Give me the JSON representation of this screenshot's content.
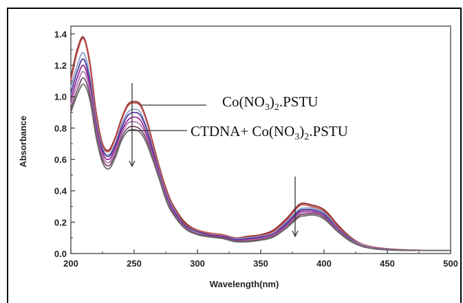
{
  "chart_data": {
    "type": "line",
    "title": "",
    "xlabel": "Wavelength(nm)",
    "ylabel": "Absorbance",
    "xlim": [
      200,
      500
    ],
    "ylim": [
      0.0,
      1.45
    ],
    "x_ticks": [
      "200",
      "250",
      "300",
      "350",
      "400",
      "450",
      "500"
    ],
    "y_ticks": [
      "0.0",
      "0.2",
      "0.4",
      "0.6",
      "0.8",
      "1.0",
      "1.2",
      "1.4"
    ],
    "grid": false,
    "x": [
      200,
      205,
      210,
      215,
      220,
      225,
      230,
      235,
      240,
      245,
      250,
      255,
      260,
      265,
      270,
      275,
      280,
      290,
      300,
      310,
      320,
      330,
      340,
      350,
      360,
      370,
      380,
      385,
      390,
      395,
      400,
      405,
      410,
      420,
      430,
      440,
      450,
      460,
      470,
      480,
      490,
      500
    ],
    "series": [
      {
        "color": "#8b2a2a",
        "values": [
          1.12,
          1.3,
          1.38,
          1.22,
          0.9,
          0.7,
          0.66,
          0.74,
          0.86,
          0.95,
          0.97,
          0.95,
          0.85,
          0.7,
          0.55,
          0.42,
          0.32,
          0.2,
          0.15,
          0.13,
          0.12,
          0.1,
          0.11,
          0.12,
          0.15,
          0.22,
          0.31,
          0.32,
          0.31,
          0.3,
          0.28,
          0.24,
          0.19,
          0.11,
          0.06,
          0.04,
          0.03,
          0.025,
          0.022,
          0.02,
          0.02,
          0.02
        ]
      },
      {
        "color": "#c05050",
        "values": [
          1.1,
          1.28,
          1.37,
          1.2,
          0.88,
          0.69,
          0.65,
          0.73,
          0.85,
          0.94,
          0.96,
          0.94,
          0.84,
          0.69,
          0.54,
          0.41,
          0.31,
          0.19,
          0.15,
          0.13,
          0.12,
          0.1,
          0.105,
          0.115,
          0.14,
          0.21,
          0.3,
          0.31,
          0.3,
          0.29,
          0.27,
          0.23,
          0.18,
          0.1,
          0.06,
          0.04,
          0.03,
          0.025,
          0.022,
          0.02,
          0.02,
          0.02
        ]
      },
      {
        "color": "#8aa0c8",
        "values": [
          1.06,
          1.2,
          1.28,
          1.13,
          0.84,
          0.67,
          0.63,
          0.7,
          0.82,
          0.9,
          0.92,
          0.9,
          0.8,
          0.66,
          0.52,
          0.39,
          0.3,
          0.18,
          0.14,
          0.12,
          0.11,
          0.095,
          0.1,
          0.11,
          0.13,
          0.2,
          0.28,
          0.29,
          0.29,
          0.28,
          0.26,
          0.22,
          0.17,
          0.1,
          0.055,
          0.035,
          0.028,
          0.023,
          0.02,
          0.02,
          0.02,
          0.02
        ]
      },
      {
        "color": "#4a3a9a",
        "values": [
          1.02,
          1.16,
          1.24,
          1.1,
          0.82,
          0.66,
          0.62,
          0.69,
          0.8,
          0.88,
          0.9,
          0.88,
          0.79,
          0.65,
          0.51,
          0.38,
          0.29,
          0.18,
          0.14,
          0.12,
          0.11,
          0.09,
          0.095,
          0.105,
          0.125,
          0.19,
          0.27,
          0.28,
          0.28,
          0.27,
          0.25,
          0.21,
          0.165,
          0.095,
          0.05,
          0.033,
          0.026,
          0.022,
          0.02,
          0.02,
          0.02,
          0.02
        ]
      },
      {
        "color": "#9a2a9a",
        "values": [
          0.98,
          1.12,
          1.2,
          1.07,
          0.8,
          0.64,
          0.6,
          0.67,
          0.78,
          0.85,
          0.87,
          0.85,
          0.76,
          0.63,
          0.5,
          0.37,
          0.28,
          0.17,
          0.13,
          0.115,
          0.105,
          0.085,
          0.09,
          0.1,
          0.12,
          0.18,
          0.26,
          0.27,
          0.27,
          0.26,
          0.24,
          0.2,
          0.16,
          0.09,
          0.05,
          0.032,
          0.025,
          0.021,
          0.02,
          0.02,
          0.02,
          0.02
        ]
      },
      {
        "color": "#b07ab0",
        "values": [
          0.95,
          1.08,
          1.16,
          1.04,
          0.78,
          0.62,
          0.58,
          0.65,
          0.76,
          0.83,
          0.84,
          0.82,
          0.74,
          0.61,
          0.49,
          0.36,
          0.27,
          0.17,
          0.13,
          0.11,
          0.1,
          0.08,
          0.085,
          0.095,
          0.115,
          0.17,
          0.25,
          0.26,
          0.26,
          0.255,
          0.235,
          0.195,
          0.155,
          0.088,
          0.048,
          0.031,
          0.024,
          0.021,
          0.02,
          0.02,
          0.02,
          0.02
        ]
      },
      {
        "color": "#7a4a6a",
        "values": [
          0.92,
          1.04,
          1.12,
          1.01,
          0.76,
          0.6,
          0.56,
          0.63,
          0.74,
          0.8,
          0.81,
          0.79,
          0.72,
          0.6,
          0.48,
          0.35,
          0.265,
          0.165,
          0.125,
          0.11,
          0.1,
          0.08,
          0.08,
          0.09,
          0.11,
          0.165,
          0.24,
          0.25,
          0.255,
          0.25,
          0.23,
          0.19,
          0.15,
          0.085,
          0.046,
          0.03,
          0.024,
          0.021,
          0.02,
          0.02,
          0.02,
          0.02
        ]
      },
      {
        "color": "#6a6a6a",
        "values": [
          0.9,
          1.01,
          1.08,
          0.98,
          0.74,
          0.58,
          0.54,
          0.61,
          0.72,
          0.78,
          0.79,
          0.77,
          0.7,
          0.59,
          0.47,
          0.345,
          0.26,
          0.16,
          0.12,
          0.105,
          0.095,
          0.075,
          0.075,
          0.085,
          0.105,
          0.16,
          0.23,
          0.24,
          0.245,
          0.24,
          0.22,
          0.185,
          0.145,
          0.082,
          0.045,
          0.03,
          0.023,
          0.02,
          0.02,
          0.02,
          0.02,
          0.02
        ]
      }
    ],
    "annotations": [
      {
        "main": "Co(NO",
        "sub": "3",
        "rest": ")",
        "sub2": "2",
        "tail": ".PSTU"
      },
      {
        "main": "CTDNA+ Co(NO",
        "sub": "3",
        "rest": ")",
        "sub2": "2",
        "tail": ".PSTU"
      }
    ]
  }
}
